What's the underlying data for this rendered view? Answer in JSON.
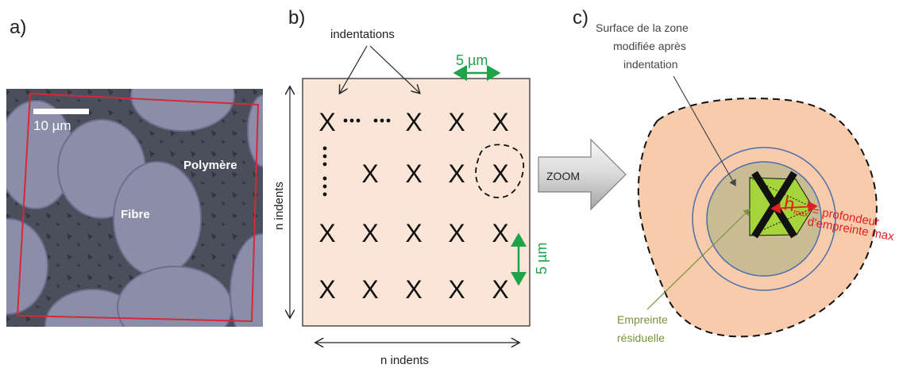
{
  "panel_a": {
    "label": "a)",
    "scale_bar": "10 µm",
    "fibre_label": "Fibre",
    "polymer_label": "Polymère"
  },
  "panel_b": {
    "label": "b)",
    "indentations_label": "indentations",
    "spacing_top": "5 µm",
    "spacing_right": "5 µm",
    "left_axis_label": "n indents",
    "bottom_axis_label": "n indents",
    "marker": "X",
    "row_dots": "•••  •••",
    "col_dots": "•\n•\n•\n•"
  },
  "zoom": {
    "label": "ZOOM"
  },
  "panel_c": {
    "label": "c)",
    "surface_label_1": "Surface de la zone",
    "surface_label_2": "modifiée après",
    "surface_label_3": "indentation",
    "residual_label_1": "Empreinte",
    "residual_label_2": "résiduelle",
    "hmax_h": "h",
    "hmax_sub": "max",
    "hmax_rest": " = profondeur",
    "hmax_line2": "d'empreinte max"
  },
  "colors": {
    "panel_fill": "#fbe5d6",
    "surface_fill": "#f8cbad",
    "inner_circle": "#c9bc95",
    "circle_stroke": "#4a6ea9",
    "green_arrow": "#1fa34a",
    "green_text": "#1fa34a",
    "olive_text": "#77933c",
    "red": "#e02020",
    "pyramid": "#a6d53b"
  }
}
